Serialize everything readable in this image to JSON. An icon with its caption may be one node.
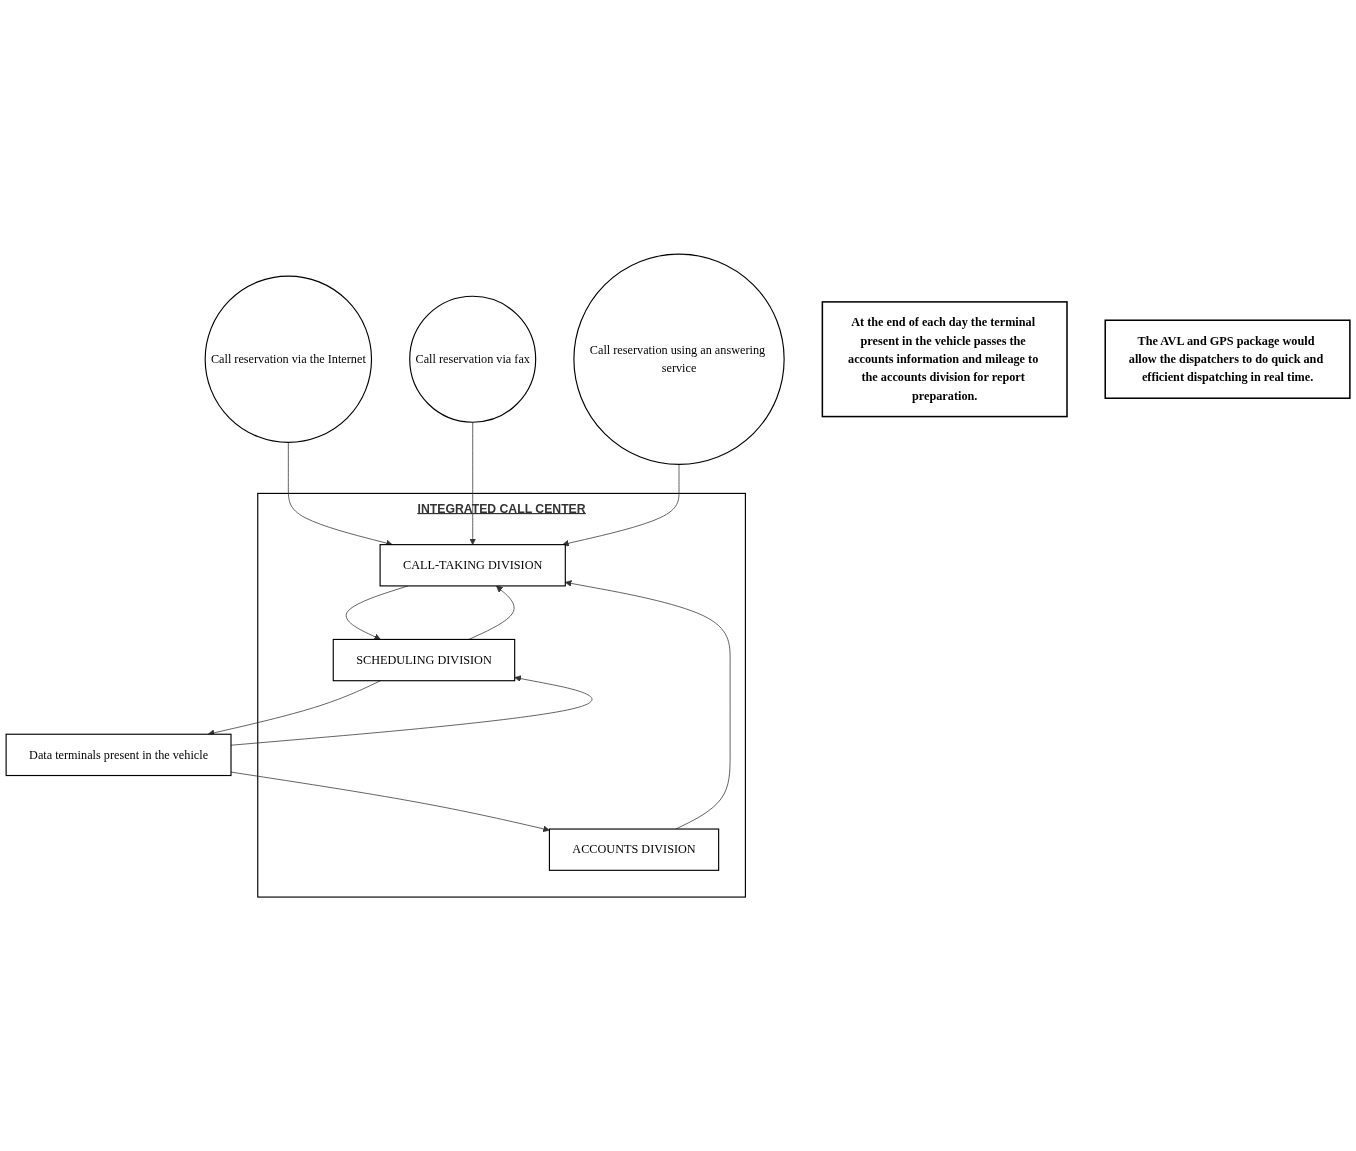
{
  "diagram": {
    "nodes": [
      {
        "text": [
          "Call reservation via the Internet"
        ]
      },
      {
        "text": [
          "Call reservation via fax"
        ]
      },
      {
        "text": [
          "Call reservation using an answering service"
        ]
      },
      {
        "text": [
          "INTEGRATED CALL CENTER"
        ]
      },
      {
        "text": [
          "CALL-TAKING DIVISION"
        ],
        "in": 3
      },
      {
        "text": [
          "ACCOUNTS DIVISION"
        ],
        "in": 3
      },
      {
        "text": [
          "SCHEDULING DIVISION"
        ],
        "in": 3
      },
      {
        "text": [
          "At the end of each day the terminal present in the vehicle passes the accounts information and mileage to the accounts division for report preparation."
        ]
      },
      {
        "text": [
          "Data terminals present in the vehicle"
        ]
      },
      {
        "text": [
          "The AVL and GPS package would allow the dispatchers to do quick and efficient dispatching in real time."
        ]
      }
    ],
    "edges": [
      {
        "from": 0,
        "to": 4,
        "arrow": "to"
      },
      {
        "from": 1,
        "to": 4,
        "arrow": "to"
      },
      {
        "from": 2,
        "to": 4,
        "arrow": "to"
      },
      {
        "from": 5,
        "to": 4,
        "arrow": "to"
      },
      {
        "from": 4,
        "to": 6,
        "arrow": "to"
      },
      {
        "from": 6,
        "to": 4,
        "arrow": "to"
      },
      {
        "from": 8,
        "to": 5,
        "arrow": "to"
      },
      {
        "from": 6,
        "to": 8,
        "arrow": "to"
      },
      {
        "from": 8,
        "to": 6,
        "arrow": "to"
      }
    ]
  }
}
